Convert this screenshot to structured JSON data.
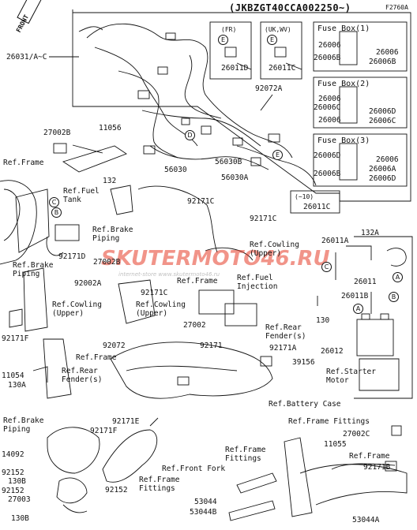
{
  "header": {
    "serial": "(JKBZGT40CCA002250~)",
    "code": "F2760A"
  },
  "front_badge": "FRONT",
  "watermark": {
    "logo": "SKUTERMOTO46.RU",
    "sub": "internet-store www.skutermoto46.ru"
  },
  "callouts": {
    "fr": "(FR)",
    "uk_wv": "(UK,WV)",
    "to10": "(~10)",
    "letters": [
      "E",
      "E",
      "D",
      "E",
      "C",
      "B",
      "A",
      "A",
      "B",
      "C"
    ]
  },
  "fuse_boxes": [
    {
      "title": "Fuse Box(1)",
      "parts": [
        "26006",
        "26006B",
        "26006",
        "26006B"
      ]
    },
    {
      "title": "Fuse Box(2)",
      "parts": [
        "26006",
        "26006C",
        "26006D",
        "26006",
        "26006C"
      ]
    },
    {
      "title": "Fuse Box(3)",
      "parts": [
        "26006D",
        "26006B",
        "26006",
        "26006A",
        "26006D"
      ]
    }
  ],
  "labels": {
    "p26031": "26031/A~C",
    "p26011D": "26011D",
    "p26011C_top": "26011C",
    "p92072A": "92072A",
    "p27002B_top": "27002B",
    "p11056": "11056",
    "ref_frame_1": "Ref.Frame",
    "p56030": "56030",
    "p56030B": "56030B",
    "p56030A": "56030A",
    "p26011C": "26011C",
    "p132": "132",
    "ref_fuel_tank": "Ref.Fuel\nTank",
    "p92171C_1": "92171C",
    "p92171C_2": "92171C",
    "ref_brake_piping_1": "Ref.Brake\nPiping",
    "ref_brake_piping_2": "Ref.Brake\nPiping",
    "p92171D": "92171D",
    "p27002B": "27002B",
    "p92002A": "92002A",
    "p92171C_3": "92171C",
    "ref_frame_2": "Ref.Frame",
    "ref_fuel_injection": "Ref.Fuel\nInjection",
    "ref_cowling_upper_1": "Ref.Cowling\n(Upper)",
    "ref_cowling_upper_2": "Ref.Cowling\n(Upper)",
    "ref_cowling_upper_3": "Ref.Cowling\n(Upper)",
    "p26011A": "26011A",
    "p132A": "132A",
    "p26011": "26011",
    "p26011B": "26011B",
    "p130": "130",
    "p27002": "27002",
    "ref_rear_fender_1": "Ref.Rear\nFender(s)",
    "p92171A": "92171A",
    "p92171F_1": "92171F",
    "p92072": "92072",
    "p92171": "92171",
    "p39156": "39156",
    "p26012": "26012",
    "ref_starter_motor": "Ref.Starter\nMotor",
    "ref_frame_3": "Ref.Frame",
    "p11054": "11054",
    "p130A": "130A",
    "ref_rear_fender_2": "Ref.Rear\nFender(s)",
    "ref_battery_case": "Ref.Battery Case",
    "ref_frame_fittings_1": "Ref.Frame Fittings",
    "p92171E": "92171E",
    "p92171F_2": "92171F",
    "p27002C": "27002C",
    "p14092": "14092",
    "p11055": "11055",
    "ref_frame_fittings_2": "Ref.Frame\nFittings",
    "ref_frame_4": "Ref.Frame",
    "ref_front_fork": "Ref.Front Fork",
    "ref_frame_fittings_3": "Ref.Frame\nFittings",
    "p92152_1": "92152",
    "p130B_1": "130B",
    "p92152_2": "92152",
    "p92152_3": "92152",
    "p27003": "27003",
    "p130B_2": "130B",
    "p92171B": "92171B",
    "p53044": "53044",
    "p53044B": "53044B",
    "p53044A": "53044A"
  }
}
